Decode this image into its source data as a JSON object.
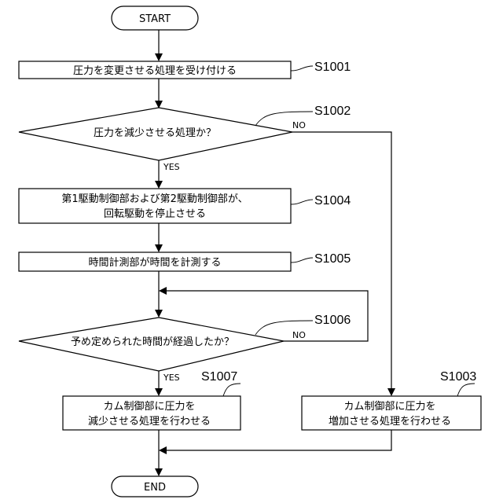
{
  "flowchart": {
    "start": "START",
    "end": "END",
    "s1001": {
      "id": "S1001",
      "text": "圧力を変更させる処理を受け付ける"
    },
    "s1002": {
      "id": "S1002",
      "text": "圧力を減少させる処理か？",
      "no": "NO",
      "yes": "YES"
    },
    "s1004": {
      "id": "S1004",
      "line1": "第1駆動制御部および第2駆動制御部が、",
      "line2": "回転駆動を停止させる"
    },
    "s1005": {
      "id": "S1005",
      "text": "時間計測部が時間を計測する"
    },
    "s1006": {
      "id": "S1006",
      "text": "予め定められた時間が経過したか？",
      "no": "NO",
      "yes": "YES"
    },
    "s1007": {
      "id": "S1007",
      "line1": "カム制御部に圧力を",
      "line2": "減少させる処理を行わせる"
    },
    "s1003": {
      "id": "S1003",
      "line1": "カム制御部に圧力を",
      "line2": "増加させる処理を行わせる"
    }
  }
}
